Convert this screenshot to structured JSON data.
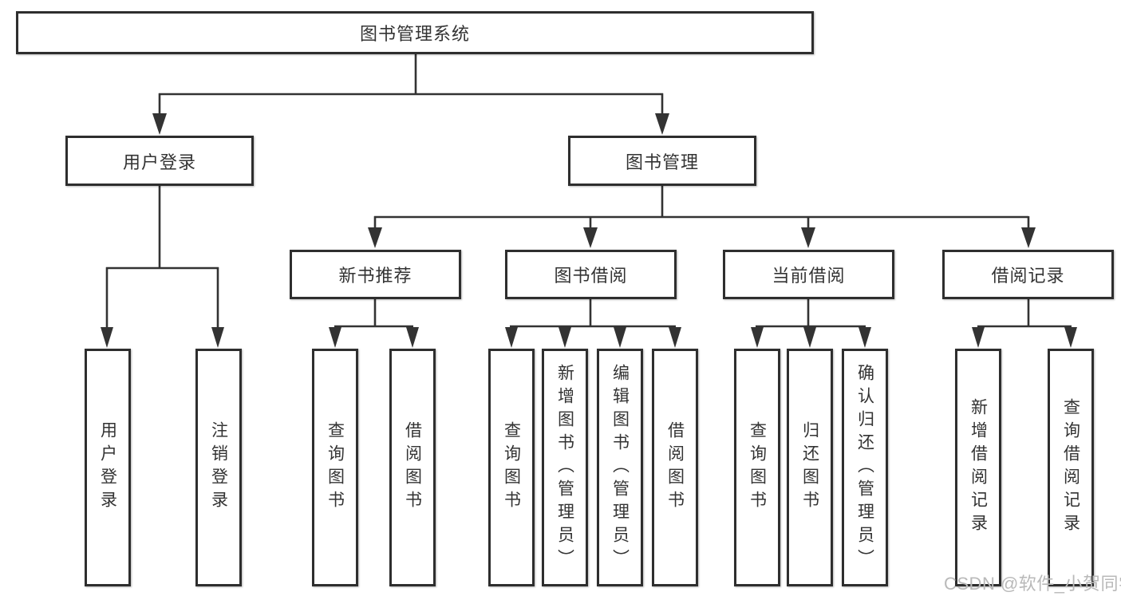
{
  "colors": {
    "line": "#333333",
    "box_border": "#2e2e2e",
    "text": "#333333",
    "watermark": "#b9b9b9",
    "background": "#ffffff"
  },
  "watermark": {
    "text": "CSDN @软件_小贺同学"
  },
  "tree": {
    "root": {
      "label": "图书管理系统"
    },
    "branches": [
      {
        "label": "用户登录",
        "children": [
          {
            "label": "用户登录"
          },
          {
            "label": "注销登录"
          }
        ]
      },
      {
        "label": "图书管理",
        "sections": [
          {
            "label": "新书推荐",
            "children": [
              {
                "label": "查询图书"
              },
              {
                "label": "借阅图书"
              }
            ]
          },
          {
            "label": "图书借阅",
            "children": [
              {
                "label": "查询图书"
              },
              {
                "label": "新增图书（管理员）"
              },
              {
                "label": "编辑图书（管理员）"
              },
              {
                "label": "借阅图书"
              }
            ]
          },
          {
            "label": "当前借阅",
            "children": [
              {
                "label": "查询图书"
              },
              {
                "label": "归还图书"
              },
              {
                "label": "确认归还（管理员）"
              }
            ]
          },
          {
            "label": "借阅记录",
            "children": [
              {
                "label": "新增借阅记录"
              },
              {
                "label": "查询借阅记录"
              }
            ]
          }
        ]
      }
    ]
  }
}
